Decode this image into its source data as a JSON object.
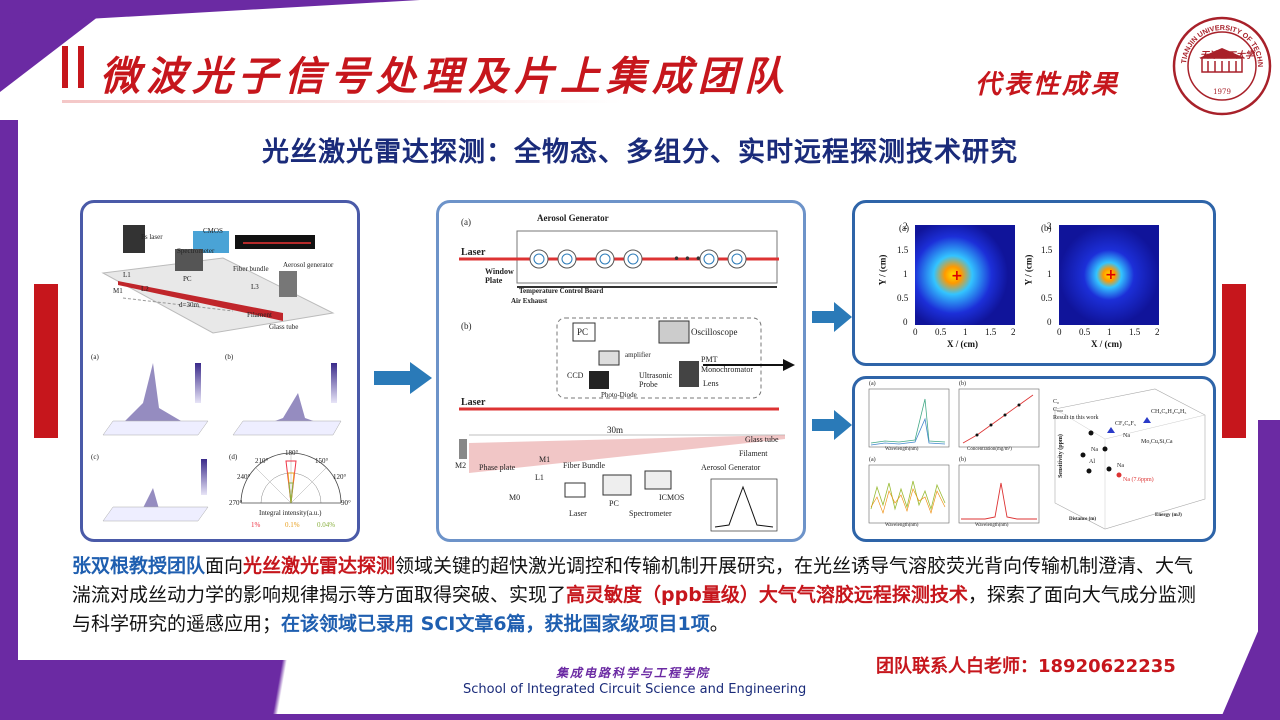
{
  "header": {
    "title": "微波光子信号处理及片上集成团队",
    "subtitle": "代表性成果",
    "logo_text": "天津理工大学",
    "logo_ring_text": "TIANJIN UNIVERSITY OF TECHNOLOGY",
    "logo_year": "1979"
  },
  "headline": "光丝激光雷达探测：全物态、多组分、实时远程探测技术研究",
  "panel1": {
    "labels": [
      "Fs laser",
      "CMOS",
      "Spectrometer",
      "PC",
      "Fiber bundle",
      "Aerosol generator",
      "M1",
      "L1",
      "L2",
      "L3",
      "Filament",
      "Glass tube",
      "d=30m"
    ],
    "subplot_labels": [
      "(a)",
      "(b)",
      "(c)",
      "(d)"
    ],
    "polar_ticks": [
      "210°",
      "180°",
      "150°",
      "240°",
      "120°",
      "270°",
      "90°"
    ],
    "polar_xlabel": "Integral intensity(a.u.)",
    "polar_legend": [
      "1%",
      "0.1%",
      "0.04%"
    ]
  },
  "panel2": {
    "part_a": "(a)",
    "part_b": "(b)",
    "aerosol_generator": "Aerosol Generator",
    "laser": "Laser",
    "window_plate": "Window Plate",
    "temp_board": "Temperature Control Board",
    "air_exhaust": "Air Exhaust",
    "pc": "PC",
    "oscilloscope": "Oscilloscope",
    "amplifier": "amplifier",
    "pmt": "PMT",
    "monochromator": "Monochromator",
    "ccd": "CCD",
    "ultrasonic_probe": "Ultrasonic Probe",
    "lens": "Lens",
    "photo_diode": "Photo-Diode",
    "laser2": "Laser",
    "distance": "30m",
    "glass_tube": "Glass tube",
    "filament": "Filament",
    "m2": "M2",
    "phase_plate": "Phase plate",
    "m1": "M1",
    "l1": "L1",
    "m0": "M0",
    "fiber_bundle": "Fiber Bundle",
    "aerosol_gen2": "Aerosol Generator",
    "iscmos": "ICMOS",
    "pc2": "PC",
    "spectrometer": "Spectrometer",
    "laser3": "Laser"
  },
  "panel3": {
    "plot_a_label": "(a)",
    "plot_b_label": "(b)",
    "ylabel": "Y / (cm)",
    "xlabel": "X / (cm)",
    "yticks": [
      "2",
      "1.5",
      "1",
      "0.5",
      "0"
    ],
    "xticks": [
      "0",
      "0.5",
      "1",
      "1.5",
      "2"
    ]
  },
  "panel4": {
    "legend_items": [
      "C₀",
      "C₀₀₀",
      "Result in this work"
    ],
    "chem_labels": [
      "CH₃C₆H₄C₆H₅",
      "CF₃C₆F₅",
      "Na",
      "Mo,Cu,Si,Ca",
      "Na",
      "Al",
      "Na",
      "Na (7.6ppm)"
    ],
    "sub_labels": [
      "(a)",
      "(b)",
      "(a)",
      "(b)"
    ],
    "axis_words": [
      "Wavelength(nm)",
      "Concentration(mg/m³)",
      "Wavelength(nm)",
      "Wavelength(nm)",
      "Sensitivity (ppm)",
      "Distance (m)",
      "Energy (mJ)"
    ]
  },
  "body": {
    "team": "张双根教授团队",
    "t1": "面向",
    "topic": "光丝激光雷达探测",
    "t2": "领域关键的超快激光调控和传输机制开展研究，在光丝诱导气溶胶荧光背向传输机制澄清、大气湍流对成丝动力学的影响规律揭示等方面取得突破、实现了",
    "highlight": "高灵敏度（ppb量级）大气气溶胶远程探测技术",
    "t3": "，探索了面向大气成分监测与科学研究的遥感应用；",
    "record": "在该领域已录用 SCI文章6篇，获批国家级项目1项",
    "t4": "。"
  },
  "contact": "团队联系人白老师：18920622235",
  "footer": {
    "school_cn": "集成电路科学与工程学院",
    "school_en": "School of Integrated Circuit Science and Engineering"
  },
  "colors": {
    "purple": "#6b2aa3",
    "red": "#c6161c",
    "navy": "#1a2b7a",
    "blue": "#1f5fb0"
  }
}
